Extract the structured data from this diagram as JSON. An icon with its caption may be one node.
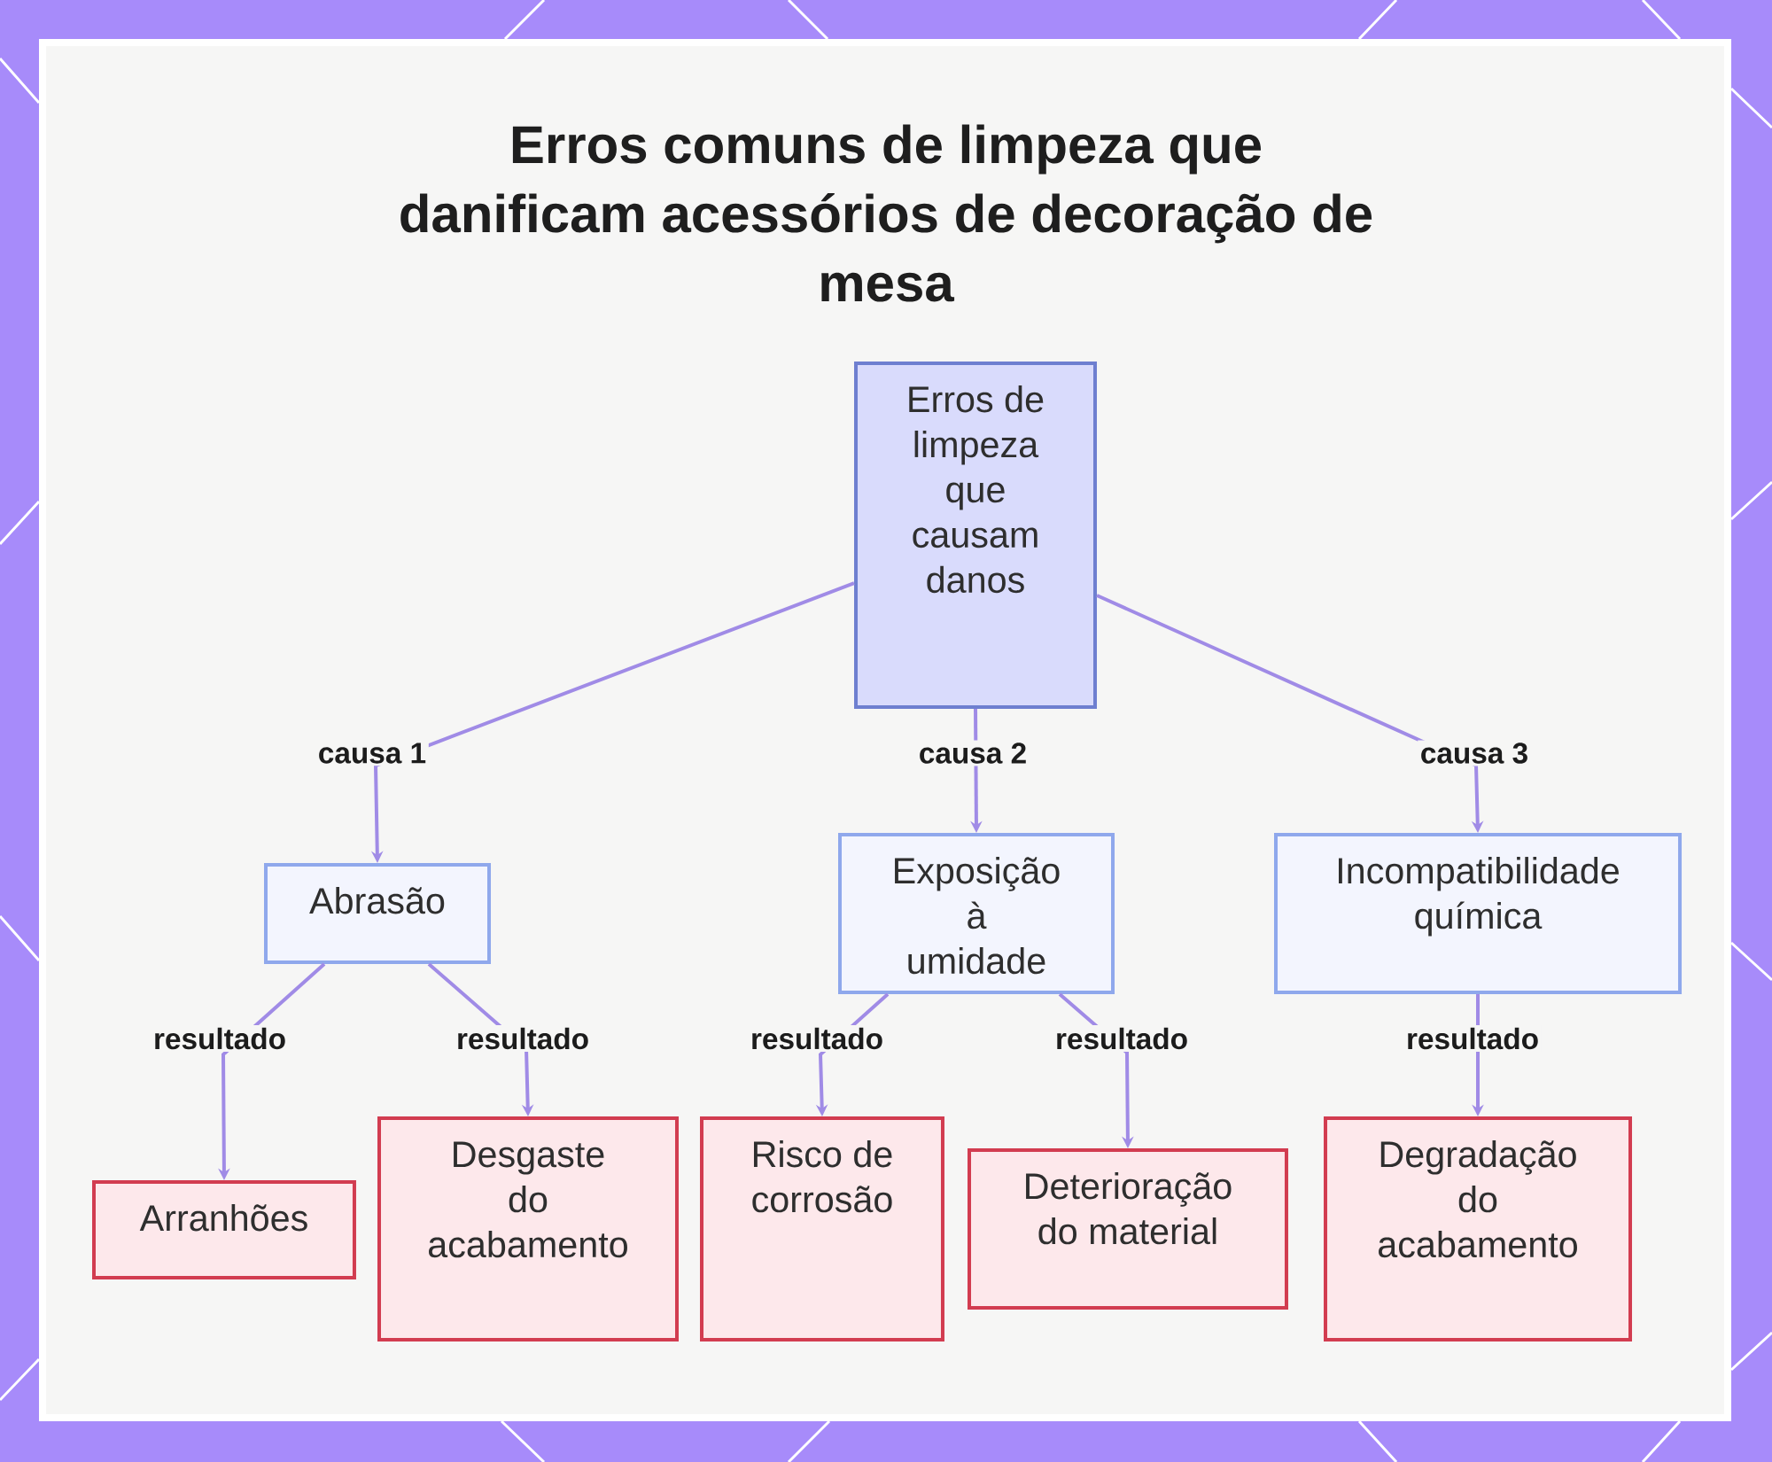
{
  "diagram": {
    "title": "Erros comuns de limpeza que danificam acessórios de decoração de mesa",
    "nodes": [
      {
        "text": [
          "Erros de limpeza que causam danos"
        ]
      },
      {
        "text": [
          "Abrasão"
        ]
      },
      {
        "text": [
          "Exposição à umidade"
        ]
      },
      {
        "text": [
          "Incompatibilidade química"
        ]
      },
      {
        "text": [
          "Arranhões"
        ]
      },
      {
        "text": [
          "Desgaste do acabamento"
        ]
      },
      {
        "text": [
          "Risco de corrosão"
        ]
      },
      {
        "text": [
          "Deterioração do material"
        ]
      },
      {
        "text": [
          "Degradação do acabamento"
        ]
      }
    ],
    "edges": [
      {
        "from": 0,
        "to": 1,
        "arrow": "to",
        "label": "causa 1"
      },
      {
        "from": 0,
        "to": 2,
        "arrow": "to",
        "label": "causa 2"
      },
      {
        "from": 0,
        "to": 3,
        "arrow": "to",
        "label": "causa 3"
      },
      {
        "from": 1,
        "to": 4,
        "arrow": "to",
        "label": "resultado"
      },
      {
        "from": 1,
        "to": 5,
        "arrow": "to",
        "label": "resultado"
      },
      {
        "from": 2,
        "to": 6,
        "arrow": "to",
        "label": "resultado"
      },
      {
        "from": 2,
        "to": 7,
        "arrow": "to",
        "label": "resultado"
      },
      {
        "from": 3,
        "to": 8,
        "arrow": "to",
        "label": "resultado"
      }
    ]
  }
}
